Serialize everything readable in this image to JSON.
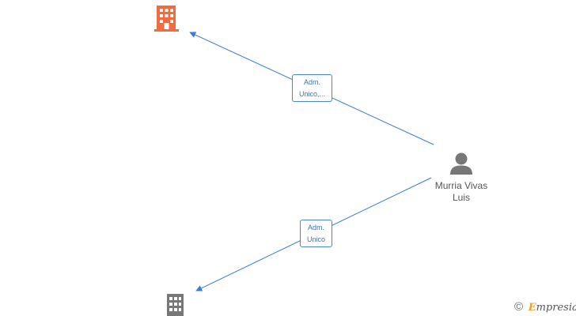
{
  "colors": {
    "edge": "#3a7bd5",
    "company_active": "#f26a3d",
    "company_inactive": "#777777",
    "person": "#777777",
    "brand_accent": "#f0a020"
  },
  "nodes": {
    "company_top": {
      "icon": "building-icon"
    },
    "company_bottom": {
      "icon": "building-icon"
    },
    "person": {
      "icon": "person-icon",
      "name_line1": "Murria Vivas",
      "name_line2": "Luis"
    }
  },
  "edges": [
    {
      "label_line1": "Adm.",
      "label_line2": "Unico,..."
    },
    {
      "label_line1": "Adm.",
      "label_line2": "Unico"
    }
  ],
  "brand": {
    "copyright": "©",
    "initial": "E",
    "rest": "mpresia"
  }
}
